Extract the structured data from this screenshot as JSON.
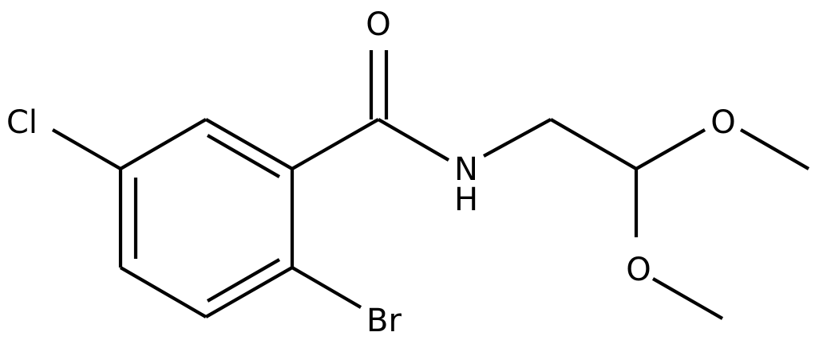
{
  "molecule": {
    "atoms": {
      "oxygen_carbonyl": "O",
      "nitrogen": "N",
      "hydrogen": "H",
      "chlorine": "Cl",
      "bromine": "Br",
      "oxygen_methoxy_1": "O",
      "oxygen_methoxy_2": "O"
    }
  }
}
